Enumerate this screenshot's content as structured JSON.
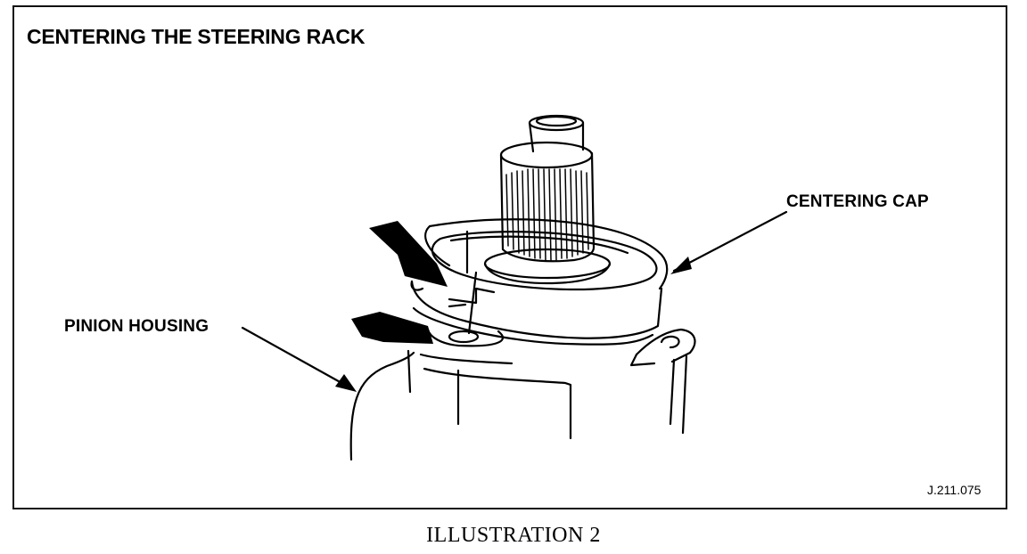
{
  "title": "CENTERING THE STEERING RACK",
  "labels": {
    "centering_cap": "CENTERING CAP",
    "pinion_housing": "PINION HOUSING"
  },
  "reference_code": "J.211.075",
  "caption": "ILLUSTRATION 2"
}
